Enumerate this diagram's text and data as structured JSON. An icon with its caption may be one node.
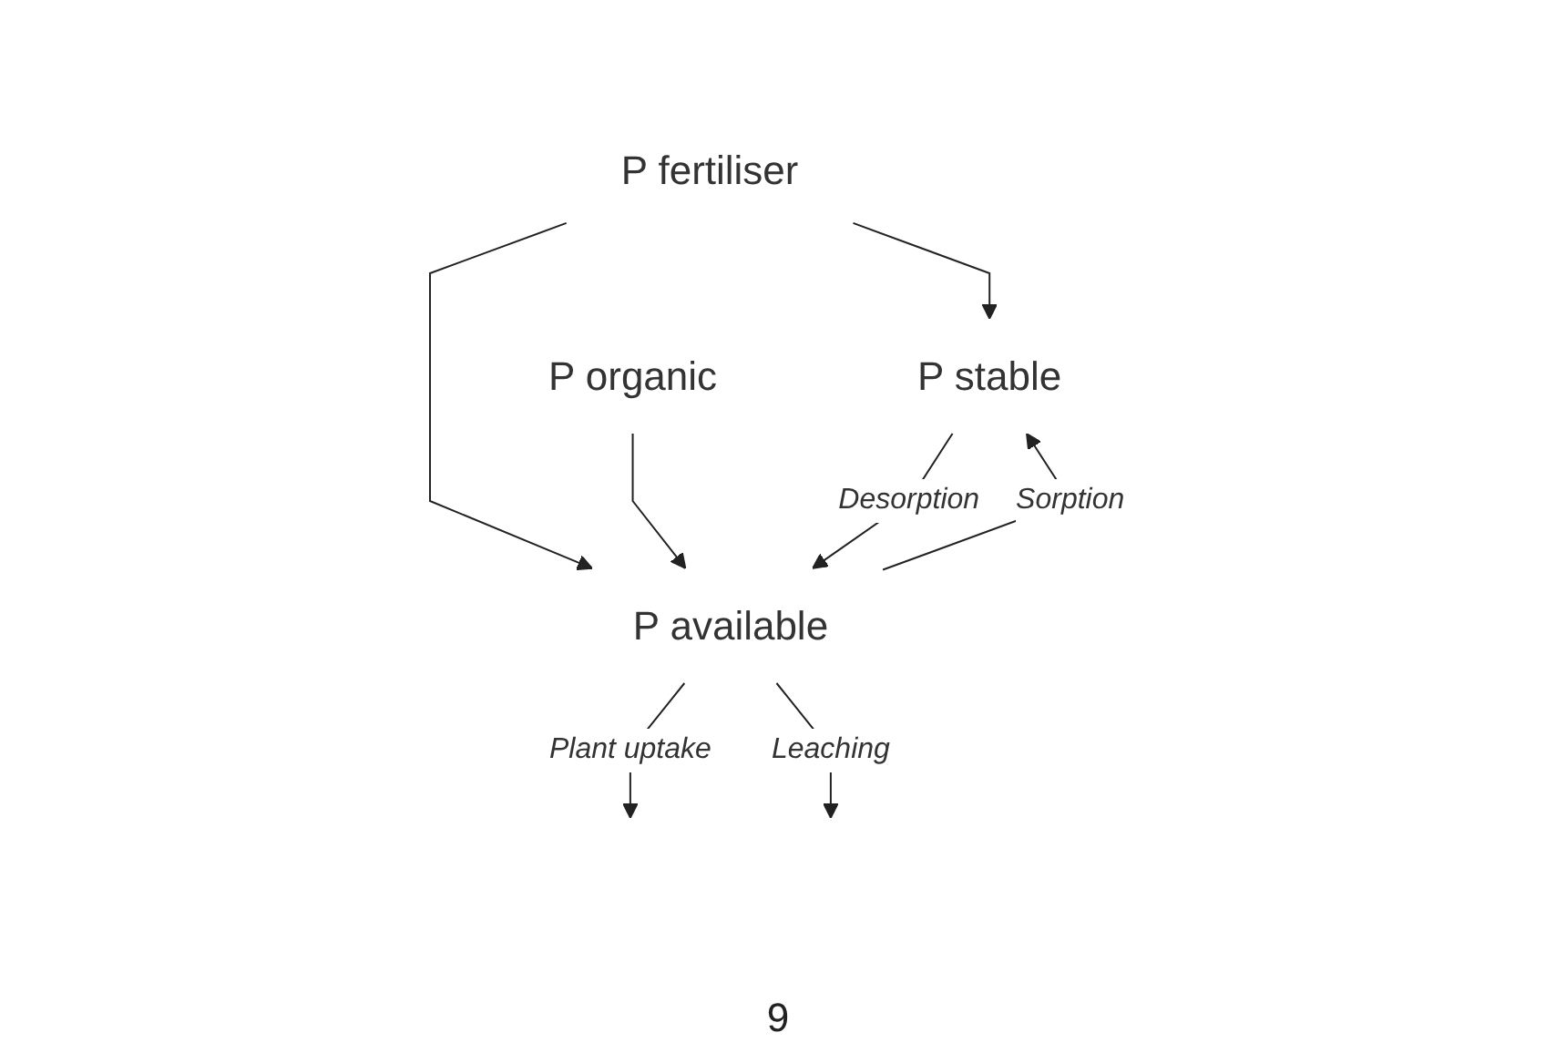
{
  "diagram": {
    "nodes": [
      {
        "text": [
          "P fertiliser"
        ]
      },
      {
        "text": [
          "P organic"
        ]
      },
      {
        "text": [
          "P stable"
        ]
      },
      {
        "text": [
          "P available"
        ]
      }
    ],
    "edges": [
      {
        "from": 0,
        "to": 2,
        "arrow": "to"
      },
      {
        "from": 0,
        "to": 3,
        "arrow": "to"
      },
      {
        "from": 1,
        "to": 3,
        "arrow": "to"
      },
      {
        "from": 2,
        "to": 3,
        "arrow": "to",
        "label": "Desorption"
      },
      {
        "from": 3,
        "to": 2,
        "arrow": "to",
        "label": "Sorption"
      },
      {
        "from": 3,
        "to": null,
        "arrow": "to",
        "label": "Plant uptake"
      },
      {
        "from": 3,
        "to": null,
        "arrow": "to",
        "label": "Leaching"
      }
    ],
    "labels": [
      "9"
    ]
  }
}
